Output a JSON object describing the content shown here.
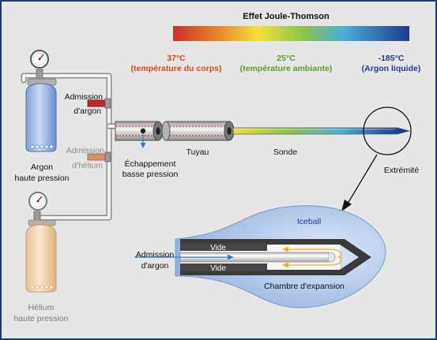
{
  "title": "Effet Joule-Thomson",
  "colors": {
    "background": "#e6e6e6",
    "frame": "#1e3a70",
    "hot": "#d2481e",
    "ambient": "#5a9a2a",
    "cold": "#1f3a8c",
    "iceball": "#9cb7e0",
    "gas_arrow": "#f2b21a",
    "argon_arrow": "#2f7fd0",
    "argon_valve": "#c3252a",
    "helium_valve": "#d9906a"
  },
  "temperature_scale": {
    "hot": {
      "value": "37°C",
      "label": "(température du corps)"
    },
    "ambient": {
      "value": "25°C",
      "label": "(température ambiante)"
    },
    "cold": {
      "value": "-185°C",
      "label": "(Argon liquide)"
    }
  },
  "labels": {
    "argon_inlet": [
      "Admission",
      "d'argon"
    ],
    "helium_inlet": [
      "Admission",
      "d'hélium"
    ],
    "argon_tank": [
      "Argon",
      "haute pression"
    ],
    "helium_tank": [
      "Hélium",
      "haute pression"
    ],
    "exhaust": [
      "Échappement",
      "basse pression"
    ],
    "pipe": "Tuyau",
    "probe": "Sonde",
    "tip": "Extrémité",
    "iceball": "Iceball",
    "vacuum_top": "Vide",
    "vacuum_bottom": "Vide",
    "detail_inlet": [
      "Admission",
      "d'argon"
    ],
    "expansion_chamber": "Chambre d'expansion"
  },
  "icons": [
    "pressure-gauge-icon",
    "gas-cylinder-icon",
    "valve-icon",
    "magnifier-circle-icon",
    "flow-arrow-icon"
  ]
}
